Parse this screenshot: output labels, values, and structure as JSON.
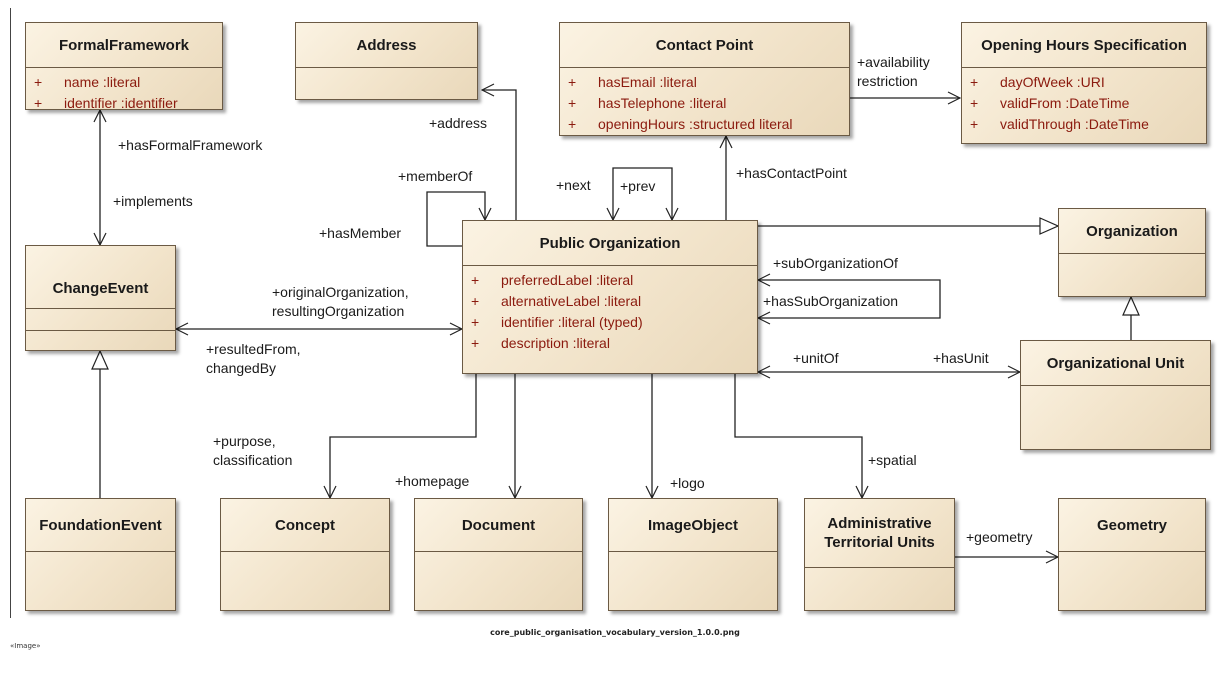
{
  "classes": {
    "formal_framework": {
      "name": "FormalFramework",
      "attributes": [
        {
          "plus": "+",
          "text": "name  :literal"
        },
        {
          "plus": "+",
          "text": "identifier  :identifier"
        }
      ]
    },
    "address": {
      "name": "Address"
    },
    "contact_point": {
      "name": "Contact Point",
      "attributes": [
        {
          "plus": "+",
          "text": "hasEmail  :literal"
        },
        {
          "plus": "+",
          "text": "hasTelephone  :literal"
        },
        {
          "plus": "+",
          "text": "openingHours  :structured literal"
        }
      ]
    },
    "opening_hours": {
      "name": "Opening Hours  Specification",
      "attributes": [
        {
          "plus": "+",
          "text": "dayOfWeek  :URI"
        },
        {
          "plus": "+",
          "text": "validFrom  :DateTime"
        },
        {
          "plus": "+",
          "text": "validThrough  :DateTime"
        }
      ]
    },
    "change_event": {
      "name": "ChangeEvent"
    },
    "public_organization": {
      "name": "Public Organization",
      "attributes": [
        {
          "plus": "+",
          "text": "preferredLabel  :literal"
        },
        {
          "plus": "+",
          "text": "alternativeLabel  :literal"
        },
        {
          "plus": "+",
          "text": "identifier  :literal (typed)"
        },
        {
          "plus": "+",
          "text": "description  :literal"
        }
      ]
    },
    "organization": {
      "name": "Organization"
    },
    "organizational_unit": {
      "name": "Organizational Unit"
    },
    "foundation_event": {
      "name": "FoundationEvent"
    },
    "concept": {
      "name": "Concept"
    },
    "document": {
      "name": "Document"
    },
    "image_object": {
      "name": "ImageObject"
    },
    "admin_units": {
      "name": "Administrative\nTerritorial Units"
    },
    "geometry": {
      "name": "Geometry"
    }
  },
  "labels": {
    "has_formal_framework": "+hasFormalFramework",
    "implements": "+implements",
    "address": "+address",
    "member_of": "+memberOf",
    "has_member": "+hasMember",
    "next": "+next",
    "prev": "+prev",
    "has_contact_point": "+hasContactPoint",
    "availability_restriction": "+availability\nrestriction",
    "sub_organization_of": "+subOrganizationOf",
    "has_sub_organization": "+hasSubOrganization",
    "original_resulting": "+originalOrganization,\nresultingOrganization",
    "resulted_from": "+resultedFrom,\nchangedBy",
    "unit_of": "+unitOf",
    "has_unit": "+hasUnit",
    "purpose": "+purpose,\nclassification",
    "homepage": "+homepage",
    "logo": "+logo",
    "spatial": "+spatial",
    "geometry": "+geometry"
  },
  "caption": "core_public_organisation_vocabulary_version_1.0.0.png",
  "image_tag": "«Image»"
}
